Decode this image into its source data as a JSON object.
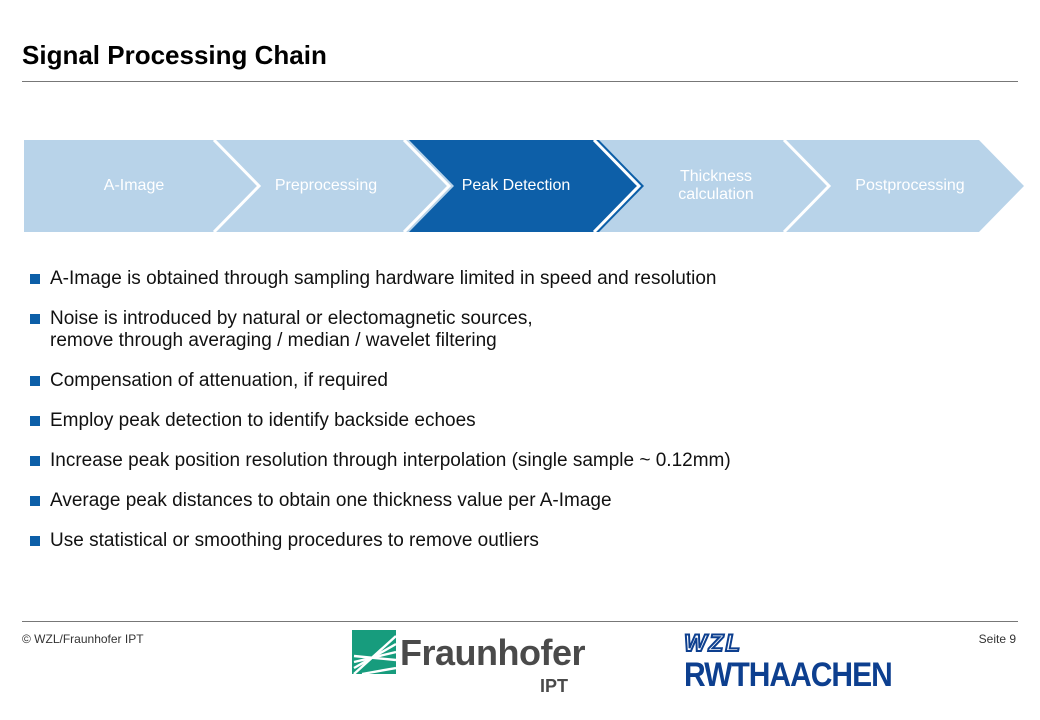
{
  "slide": {
    "title": "Signal Processing Chain",
    "footer_left": "© WZL/Fraunhofer IPT",
    "footer_right": "Seite 9"
  },
  "colors": {
    "chevron_light": "#b8d3e9",
    "chevron_active": "#0d5fa8",
    "bullet": "#0d5fa8"
  },
  "process_steps": [
    {
      "label": "A-Image",
      "active": false
    },
    {
      "label": "Preprocessing",
      "active": false
    },
    {
      "label": "Peak Detection",
      "active": true
    },
    {
      "label_line1": "Thickness",
      "label_line2": "calculation",
      "active": false
    },
    {
      "label": "Postprocessing",
      "active": false
    }
  ],
  "bullets": [
    {
      "text": "A-Image is obtained through sampling hardware limited in speed and resolution"
    },
    {
      "line1": "Noise is introduced by natural or electomagnetic sources,",
      "line2": "remove through averaging / median / wavelet filtering"
    },
    {
      "text": "Compensation of attenuation, if required"
    },
    {
      "text": "Employ peak detection to identify backside echoes"
    },
    {
      "text": "Increase peak position resolution through interpolation (single sample ~ 0.12mm)"
    },
    {
      "text": "Average peak distances to obtain one thickness value per A-Image"
    },
    {
      "text": "Use statistical or smoothing procedures to remove outliers"
    }
  ],
  "logos": {
    "fraunhofer_name": "Fraunhofer",
    "fraunhofer_sub": "IPT",
    "wzl_top": "WZL",
    "wzl_bottom": "RWTHAACHEN"
  }
}
